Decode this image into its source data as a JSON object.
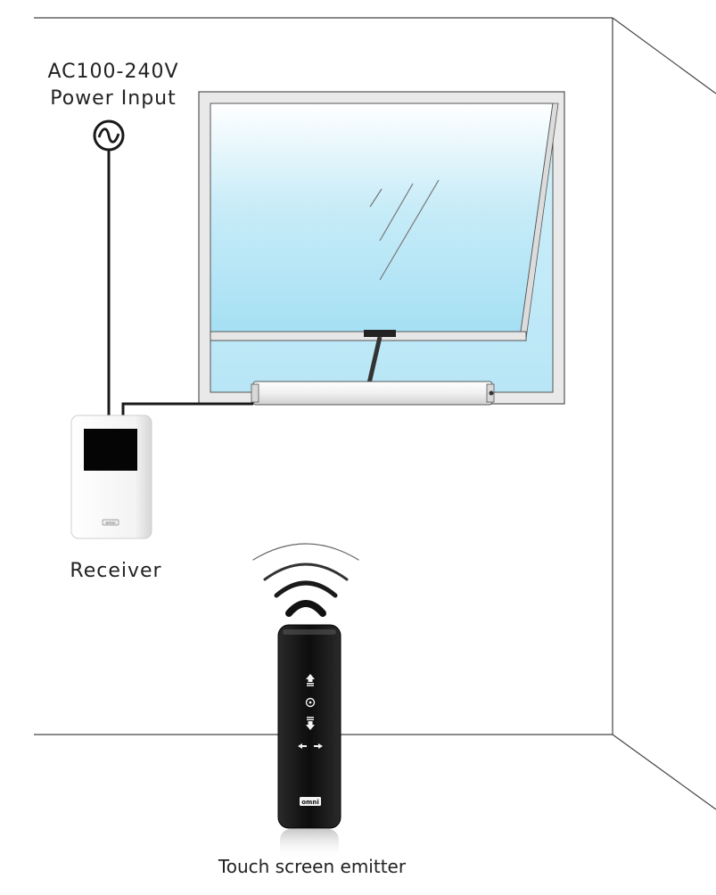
{
  "power": {
    "line1": "AC100-240V",
    "line2": "Power Input",
    "symbol_icon": "ac-power-icon"
  },
  "receiver": {
    "label": "Receiver",
    "brand": "omni"
  },
  "emitter": {
    "label": "Touch screen emitter",
    "brand": "omni",
    "buttons": [
      "up-arrow-icon",
      "stop-icon",
      "down-arrow-icon",
      "left-right-arrow-icon"
    ]
  },
  "colors": {
    "line": "#1a1a1a",
    "wall": "#444444",
    "glass": "#bfe8f7",
    "frame": "#ececec"
  }
}
